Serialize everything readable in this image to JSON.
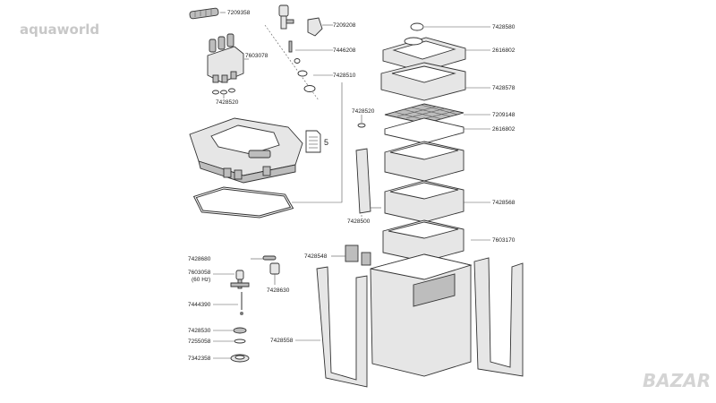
{
  "watermark_top": "aquaworld",
  "watermark_bottom": "BAZAR",
  "manual_page_number": "5",
  "part_numbers": {
    "p7209358": "7209358",
    "p7603078": "7603078",
    "p7428520_top": "7428520",
    "p7209208": "7209208",
    "p7446208": "7446208",
    "p7428510": "7428510",
    "p7428580": "7428580",
    "p2616802_a": "2616802",
    "p7428578": "7428578",
    "p7428520_mid": "7428520",
    "p7209148": "7209148",
    "p2616802_b": "2616802",
    "p7428568": "7428568",
    "p7428500": "7428500",
    "p7603170": "7603170",
    "p7428548": "7428548",
    "p7428680": "7428680",
    "p7603058": "7603058",
    "p60hz": "(60 Hz)",
    "p7428630": "7428630",
    "p7444390": "7444390",
    "p7428530": "7428530",
    "p7255058": "7255058",
    "p7428558": "7428558",
    "p7342358": "7342358"
  }
}
